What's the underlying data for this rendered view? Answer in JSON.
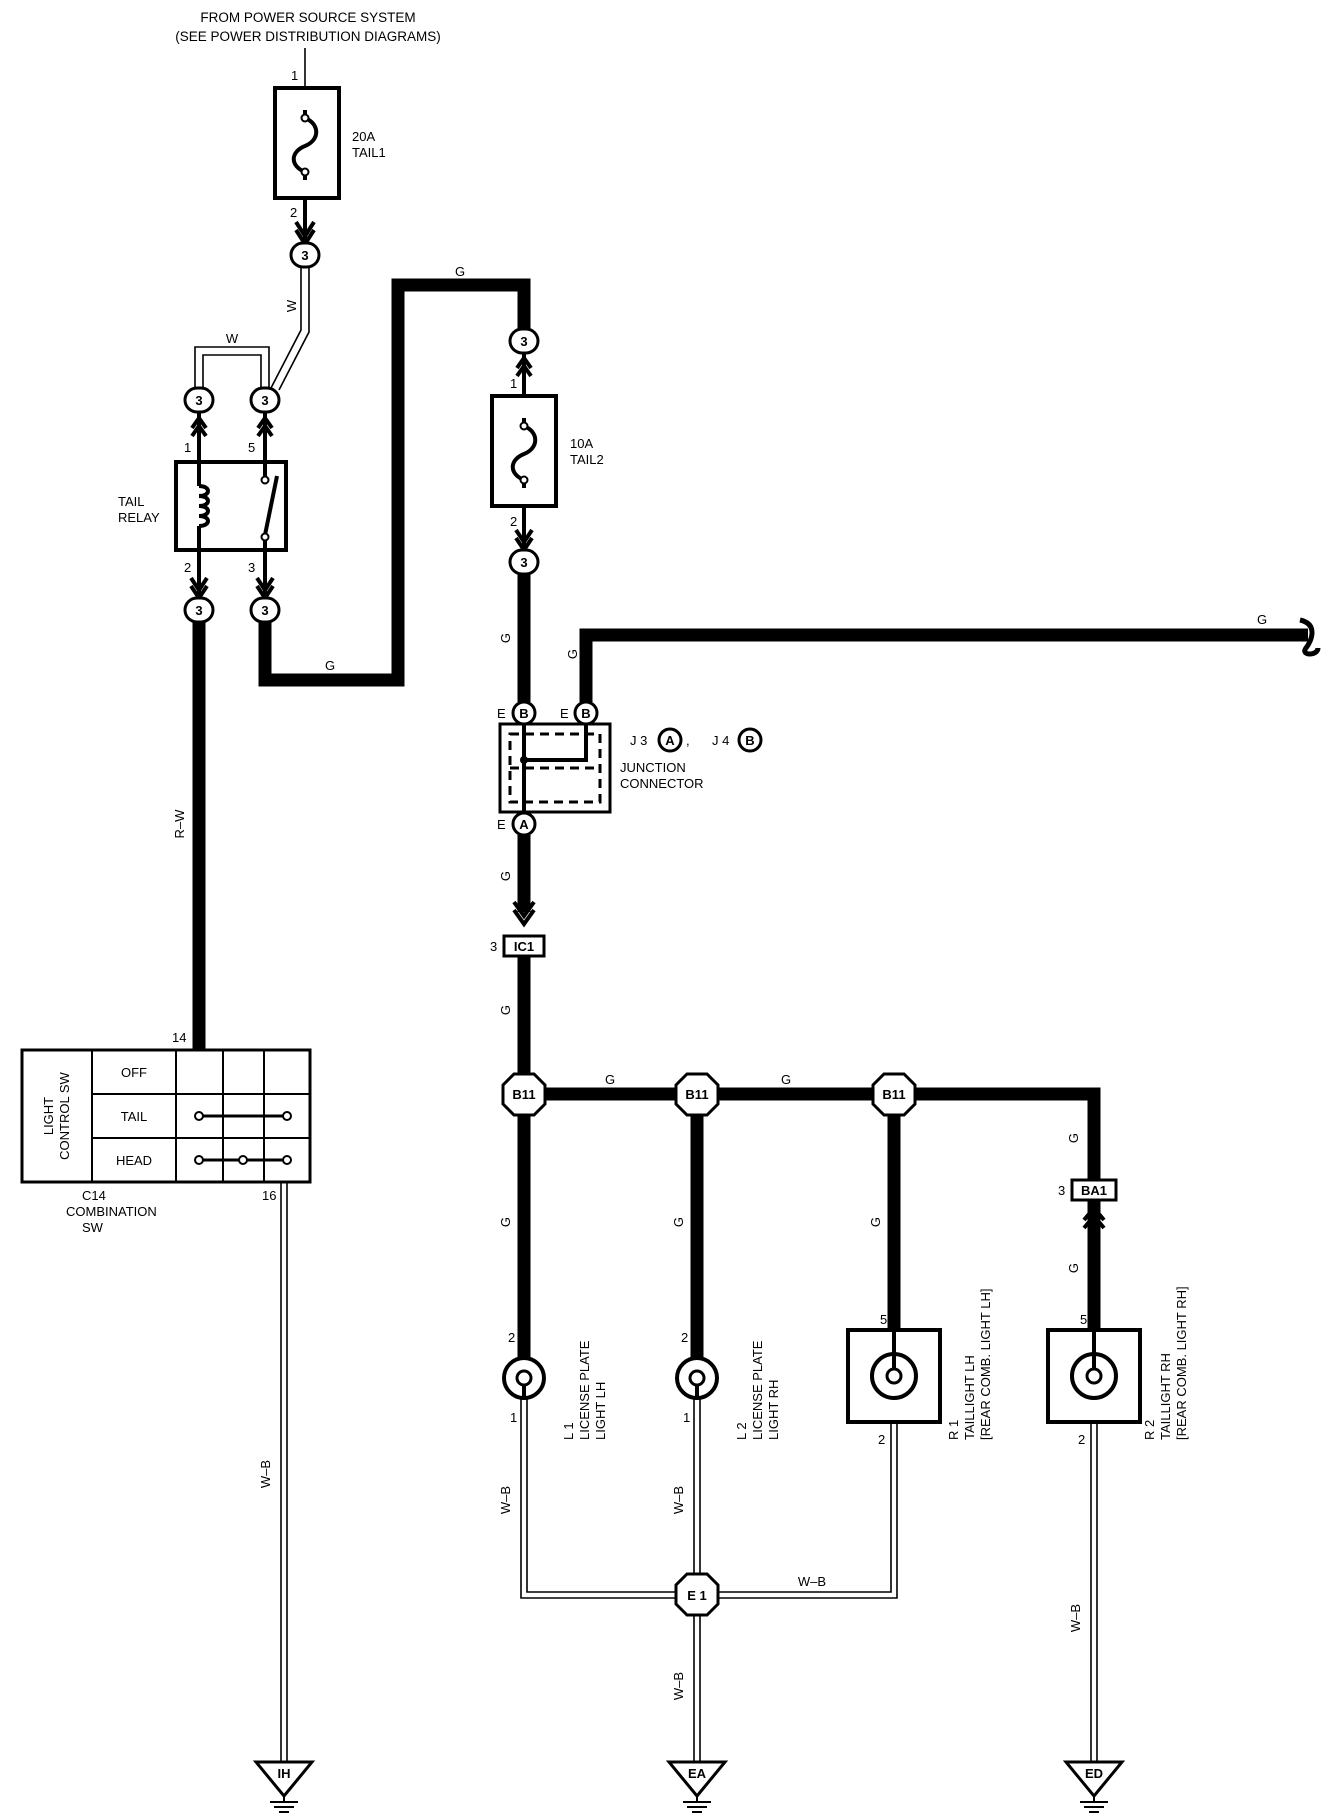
{
  "header": {
    "line1": "FROM POWER SOURCE SYSTEM",
    "line2": "(SEE POWER DISTRIBUTION DIAGRAMS)"
  },
  "fuses": [
    {
      "amps": "20A",
      "name": "TAIL1",
      "pin_in": "1",
      "pin_out": "2"
    },
    {
      "amps": "10A",
      "name": "TAIL2",
      "pin_in": "1",
      "pin_out": "2"
    }
  ],
  "relay": {
    "line1": "TAIL",
    "line2": "RELAY",
    "pins": {
      "coil_top": "1",
      "switch_top": "5",
      "coil_bottom": "2",
      "switch_bottom": "3"
    }
  },
  "connector_code": "3",
  "wire_colors": {
    "w": "W",
    "g": "G",
    "rw": "R–W",
    "wb": "W–B"
  },
  "junction": {
    "ref_e": "E",
    "ref_b": "B",
    "ref_a": "A",
    "j3": "J 3",
    "j4": "J 4",
    "sep": ",",
    "line1": "JUNCTION",
    "line2": "CONNECTOR"
  },
  "ic1": {
    "pin": "3",
    "label": "IC1"
  },
  "ba1": {
    "pin": "3",
    "label": "BA1"
  },
  "splice_b11": "B11",
  "splice_e1": "E 1",
  "switch": {
    "title1": "LIGHT",
    "title2": "CONTROL SW",
    "positions": [
      "OFF",
      "TAIL",
      "HEAD"
    ],
    "pin_top": "14",
    "pin_bottom": "16",
    "ref": "C14",
    "name1": "COMBINATION",
    "name2": "SW"
  },
  "lights": [
    {
      "ref": "L 1",
      "line1": "LICENSE PLATE",
      "line2": "LIGHT LH",
      "pin_top": "2",
      "pin_bottom": "1"
    },
    {
      "ref": "L 2",
      "line1": "LICENSE PLATE",
      "line2": "LIGHT RH",
      "pin_top": "2",
      "pin_bottom": "1"
    },
    {
      "ref": "R 1",
      "line1": "TAILLIGHT LH",
      "line2": "[REAR COMB. LIGHT LH]",
      "pin_top": "5",
      "pin_bottom": "2"
    },
    {
      "ref": "R 2",
      "line1": "TAILLIGHT RH",
      "line2": "[REAR COMB. LIGHT RH]",
      "pin_top": "5",
      "pin_bottom": "2"
    }
  ],
  "grounds": [
    "IH",
    "EA",
    "ED"
  ]
}
